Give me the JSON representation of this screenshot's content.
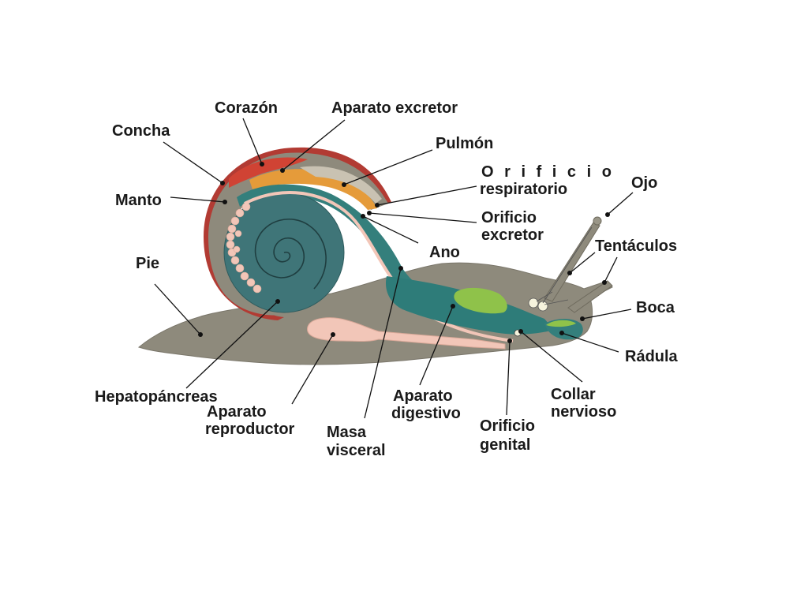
{
  "diagram": {
    "labels": {
      "concha": "Concha",
      "corazon": "Corazón",
      "aparato_excretor": "Aparato excretor",
      "pulmon": "Pulmón",
      "orificio_respiratorio_1": "O r i f i c i o",
      "orificio_respiratorio_2": "respiratorio",
      "ojo": "Ojo",
      "manto": "Manto",
      "orificio_excretor_1": "Orificio",
      "orificio_excretor_2": "excretor",
      "tentaculos": "Tentáculos",
      "ano": "Ano",
      "pie": "Pie",
      "boca": "Boca",
      "radula": "Rádula",
      "hepatopancreas": "Hepatopáncreas",
      "aparato_reproductor_1": "Aparato",
      "aparato_reproductor_2": "reproductor",
      "masa_visceral_1": "Masa",
      "masa_visceral_2": "visceral",
      "aparato_digestivo_1": "Aparato",
      "aparato_digestivo_2": "digestivo",
      "orificio_genital_1": "Orificio",
      "orificio_genital_2": "genital",
      "collar_nervioso_1": "Collar",
      "collar_nervioso_2": "nervioso"
    },
    "colors": {
      "body": "#8e8a7c",
      "shell_spiral": "#3f7578",
      "viscera_teal": "#347f7c",
      "heart": "#c9392e",
      "excretory": "#e59b3a",
      "lung": "#b9b3a4",
      "reproductive": "#f2c6b8",
      "gland": "#8fc24a",
      "outline": "#6f6b5e"
    }
  }
}
